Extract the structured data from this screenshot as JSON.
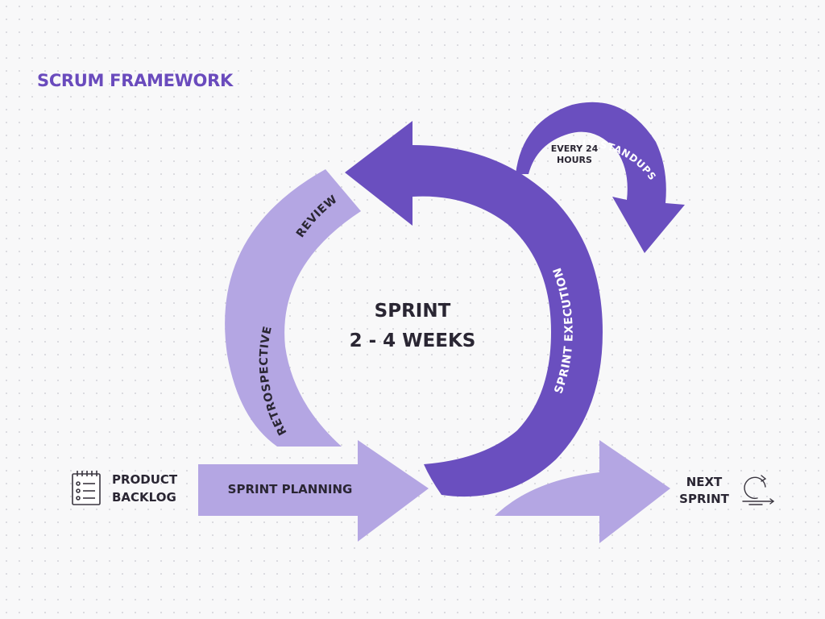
{
  "title": "SCRUM FRAMEWORK",
  "colors": {
    "title": "#6a4bbd",
    "dark": "#6a4fbf",
    "light": "#b4a6e3",
    "text_dark": "#2a2633",
    "text_light": "#ffffff"
  },
  "center": {
    "line1": "SPRINT",
    "line2": "2 - 4 WEEKS"
  },
  "stages": {
    "sprint_planning": "SPRINT PLANNING",
    "sprint_execution": "SPRINT EXECUTION",
    "daily_standups": "DAILY STANDUPS",
    "review": "REVIEW",
    "retrospective": "RETROSPECTIVE"
  },
  "standup_interval": {
    "line1": "EVERY 24",
    "line2": "HOURS"
  },
  "inputs": {
    "product_backlog": {
      "line1": "PRODUCT",
      "line2": "BACKLOG",
      "icon": "checklist-icon"
    }
  },
  "outputs": {
    "next_sprint": {
      "line1": "NEXT",
      "line2": "SPRINT",
      "icon": "cycle-icon"
    }
  }
}
